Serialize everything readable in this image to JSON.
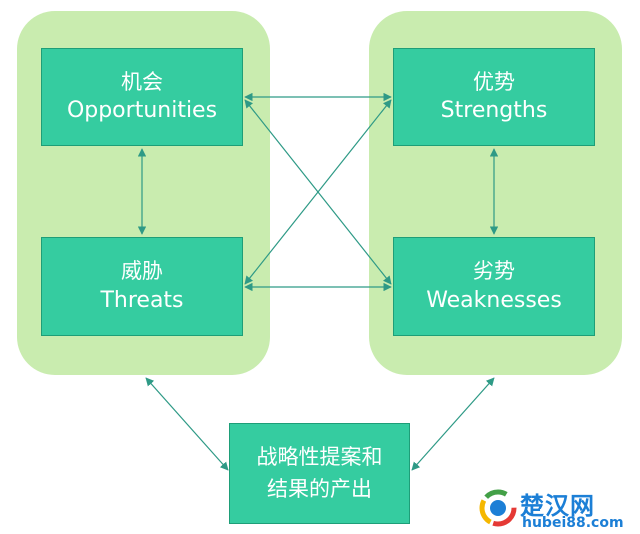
{
  "boxes": {
    "opportunities": {
      "zh": "机会",
      "en": "Opportunities"
    },
    "threats": {
      "zh": "威胁",
      "en": "Threats"
    },
    "strengths": {
      "zh": "优势",
      "en": "Strengths"
    },
    "weaknesses": {
      "zh": "劣势",
      "en": "Weaknesses"
    },
    "output": {
      "line1": "战略性提案和",
      "line2": "结果的产出"
    }
  },
  "watermark": {
    "logo_text": "楚汉网",
    "url": "hubei88.com"
  },
  "colors": {
    "panel": "#c9ecaf",
    "box_fill": "#35cca0",
    "box_border": "#1e9e78",
    "arrow": "#2e9a86",
    "text": "#ffffff"
  }
}
